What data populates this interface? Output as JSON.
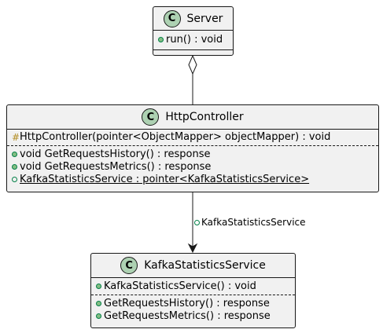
{
  "diagram": {
    "classes": {
      "server": {
        "name": "Server",
        "badge": "C",
        "methods": [
          {
            "visibility": "public",
            "text": "run() : void"
          }
        ]
      },
      "http_controller": {
        "name": "HttpController",
        "badge": "C",
        "constructors": [
          {
            "visibility": "protected",
            "symbol": "#",
            "text": "HttpController(pointer<ObjectMapper> objectMapper) : void"
          }
        ],
        "members": [
          {
            "visibility": "public",
            "text": "void GetRequestsHistory() : response"
          },
          {
            "visibility": "public",
            "text": "void GetRequestsMetrics() : response"
          },
          {
            "visibility": "public-static",
            "text": "KafkaStatisticsService : pointer<KafkaStatisticsService>"
          }
        ]
      },
      "kafka_service": {
        "name": "KafkaStatisticsService",
        "badge": "C",
        "constructors": [
          {
            "visibility": "public",
            "text": "KafkaStatisticsService() : void"
          }
        ],
        "members": [
          {
            "visibility": "public",
            "text": "GetRequestsHistory() : response"
          },
          {
            "visibility": "public",
            "text": "GetRequestsMetrics() : response"
          }
        ]
      }
    },
    "relations": {
      "aggregation": {
        "from": "Server",
        "to": "HttpController",
        "type": "aggregation"
      },
      "association": {
        "from": "HttpController",
        "to": "KafkaStatisticsService",
        "type": "directed-association",
        "label": "KafkaStatisticsService"
      }
    },
    "colors": {
      "class_fill": "#f1f1f1",
      "border": "#181818",
      "badge": "#add1b2",
      "public_marker": "#84be84",
      "protected_marker": "#b38d22"
    }
  }
}
